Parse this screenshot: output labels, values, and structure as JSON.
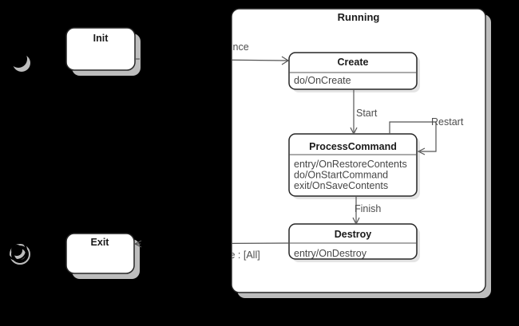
{
  "diagram": {
    "kind": "uml-state-diagram",
    "background": "#000000",
    "colors": {
      "shape_fill": "#ffffff",
      "shape_stroke": "#262626",
      "shadow_on_black": "#bdbdbd",
      "shadow_on_white": "#e4e4e4",
      "edge_stroke": "#555555",
      "label_text": "#4d4d4d"
    },
    "composite_state": {
      "title": "Running"
    },
    "states": {
      "init": {
        "title": "Init"
      },
      "exit": {
        "title": "Exit"
      },
      "create": {
        "title": "Create",
        "actions": [
          "do/OnCreate"
        ]
      },
      "process_command": {
        "title": "ProcessCommand",
        "actions": [
          "entry/OnRestoreContents",
          "do/OnStartCommand",
          "exit/OnSaveContents"
        ]
      },
      "destroy": {
        "title": "Destroy",
        "actions": [
          "entry/OnDestroy"
        ]
      }
    },
    "transitions": {
      "init_to_create": {
        "label": "nce"
      },
      "create_to_process": {
        "label": "Start"
      },
      "process_self": {
        "label": "Restart"
      },
      "process_to_destroy": {
        "label": "Finish"
      },
      "destroy_to_exit": {
        "label": "e : [All]"
      }
    },
    "pseudostates": {
      "initial": "initial-state-marker",
      "final": "final-state-marker"
    }
  }
}
